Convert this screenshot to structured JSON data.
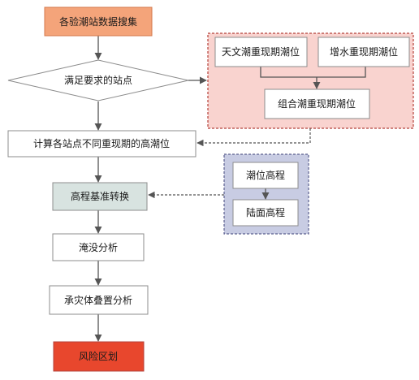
{
  "nodes": {
    "collect": "各验潮站数据搜集",
    "decision": "满足要求的站点",
    "astro": "天文潮重现期潮位",
    "surge": "增水重现期潮位",
    "combined": "组合潮重现期潮位",
    "compute": "计算各站点不同重现期的高潮位",
    "datum": "高程基准转换",
    "tide_datum": "潮位高程",
    "land_datum": "陆面高程",
    "inundation": "淹没分析",
    "overlay": "承灾体叠置分析",
    "zoning": "风险区划"
  },
  "colors": {
    "collect_fill": "#f4a47a",
    "datum_fill": "#d8e3e0",
    "zoning_fill": "#e8472d",
    "combo_group_fill": "#f9d3cf",
    "combo_group_border": "#b5413a",
    "datum_group_fill": "#c8cce3",
    "datum_group_border": "#5b5f8e",
    "node_border": "#8c8c8c",
    "arrow": "#555555"
  }
}
